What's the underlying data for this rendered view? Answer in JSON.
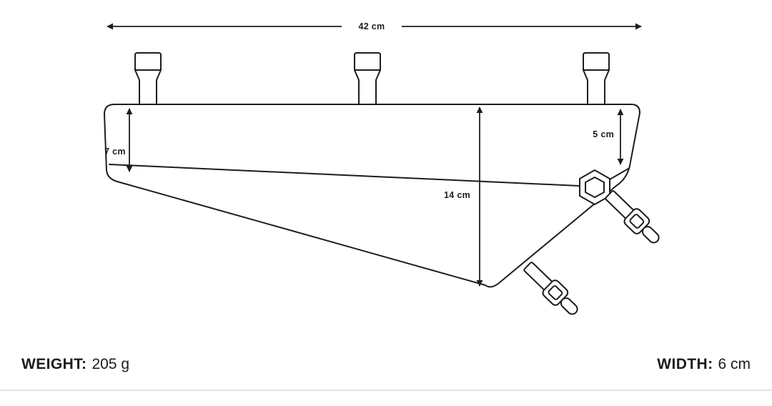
{
  "diagram": {
    "width_dim": "42 cm",
    "left_height_dim": "7 cm",
    "middle_height_dim": "14 cm",
    "right_height_dim": "5 cm"
  },
  "footer": {
    "weight_label": "WEIGHT:",
    "weight_value": "205 g",
    "width_label": "WIDTH:",
    "width_value": "6 cm"
  },
  "colors": {
    "line": "#1d1d1b",
    "divider": "#e4e4e4",
    "background": "#ffffff"
  }
}
